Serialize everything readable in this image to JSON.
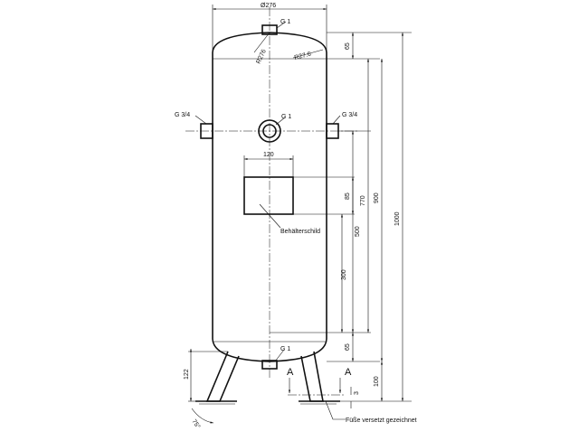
{
  "labels": {
    "diameter": "Ø276",
    "g1_top": "G 1",
    "g1_mid": "G 1",
    "g1_bottom": "G 1",
    "g34_left": "G 3/4",
    "g34_right": "G 3/4",
    "r276": "R276",
    "r276_small": "R27.6",
    "width_120": "120",
    "plate": "Behälterschild",
    "feet_note": "Füße versetzt gezeichnet",
    "section_a_left": "A",
    "section_a_right": "A",
    "angle": "75°"
  },
  "dimensions": {
    "d65_top": "65",
    "d770": "770",
    "d900": "900",
    "d1000": "1000",
    "d85": "85",
    "d500": "500",
    "d300": "300",
    "d65_bottom": "65",
    "d100": "100",
    "d122": "122",
    "d3": "3"
  }
}
